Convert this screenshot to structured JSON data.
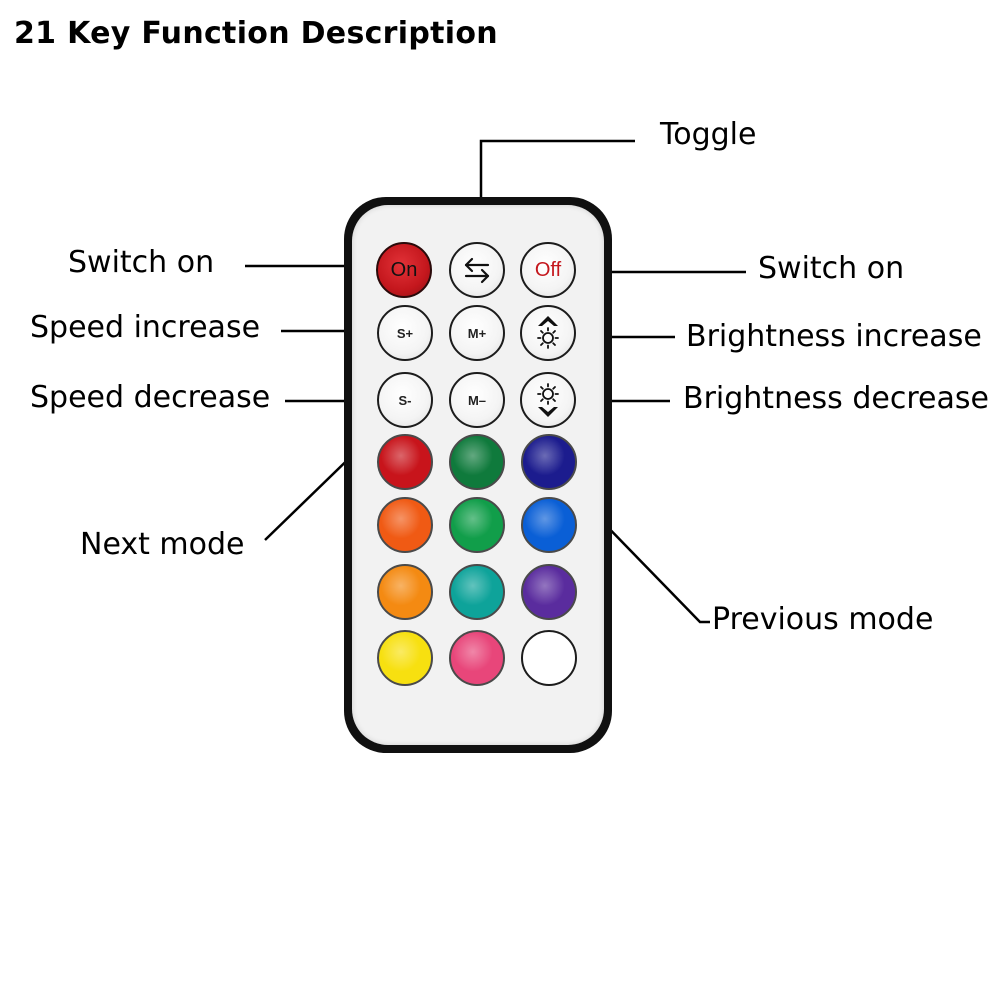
{
  "title": "21 Key Function Description",
  "labels": {
    "toggle": "Toggle",
    "switch_on_left": "Switch on",
    "switch_on_right": "Switch on",
    "speed_increase": "Speed increase",
    "speed_decrease": "Speed decrease",
    "brightness_increase": "Brightness increase",
    "brightness_decrease": "Brightness decrease",
    "next_mode": "Next mode",
    "previous_mode": "Previous mode"
  },
  "keys": {
    "on": "On",
    "off": "Off",
    "speed_up": "S+",
    "speed_down": "S-",
    "mode_next": "M+",
    "mode_prev": "M–"
  },
  "colors": {
    "on_key": "#c4171d",
    "off_text": "#c4171d",
    "row4": [
      "#c8141b",
      "#0f7a3c",
      "#1c1c8e"
    ],
    "row5": [
      "#f05a14",
      "#119e4a",
      "#0a5fd6"
    ],
    "row6": [
      "#f48a12",
      "#0ea39a",
      "#5a2c9e"
    ],
    "row7": [
      "#f7e010",
      "#e8467a",
      "#ffffff"
    ]
  },
  "icons": {
    "toggle_key": "swap-arrows-icon",
    "brightness_up_key": "sun-up-icon",
    "brightness_down_key": "sun-down-icon"
  }
}
